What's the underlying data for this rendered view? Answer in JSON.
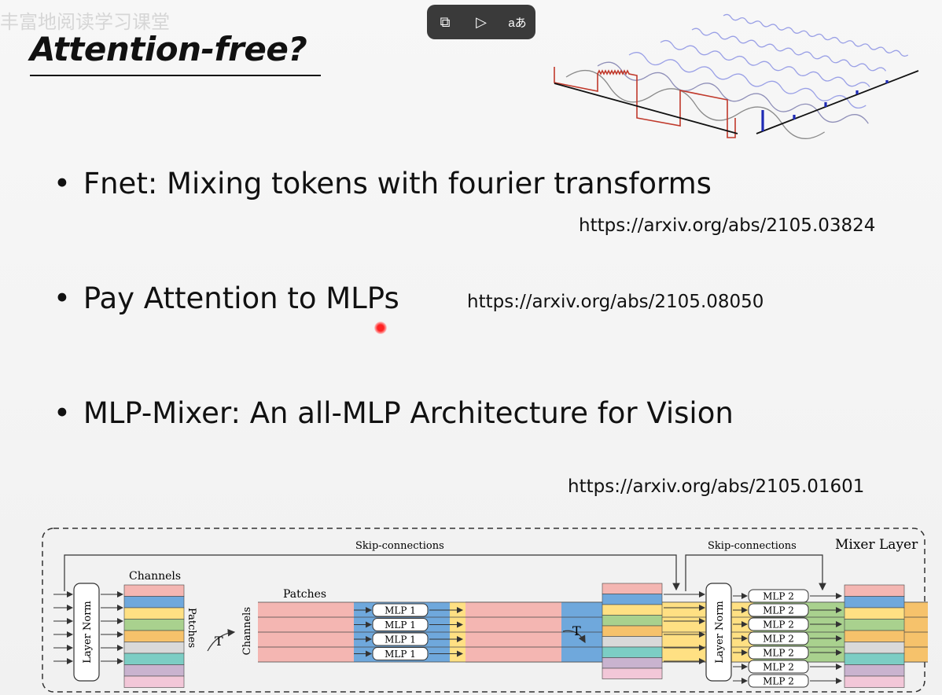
{
  "slide": {
    "title": "Attention-free?",
    "watermark": "丰富地阅读学习课堂"
  },
  "toolbar": {
    "buttons": [
      {
        "name": "pip-exit-icon",
        "glyph": "⧉"
      },
      {
        "name": "video-sparkle-icon",
        "glyph": "▷"
      },
      {
        "name": "translate-icon",
        "glyph": "aあ"
      }
    ]
  },
  "bullets": [
    {
      "marker": "•",
      "text": "Fnet: Mixing tokens with fourier transforms",
      "url": "https://arxiv.org/abs/2105.03824"
    },
    {
      "marker": "•",
      "text": "Pay Attention to MLPs",
      "url": "https://arxiv.org/abs/2105.08050"
    },
    {
      "marker": "•",
      "text": "MLP-Mixer: An all-MLP Architecture for Vision",
      "url": "https://arxiv.org/abs/2105.01601"
    }
  ],
  "diagram": {
    "mixer_layer": "Mixer Layer",
    "skip_left": "Skip-connections",
    "skip_right": "Skip-connections",
    "channels_top": "Channels",
    "patches_side": "Patches",
    "patches_top": "Patches",
    "channels_side": "Channels",
    "layer_norm": "Layer Norm",
    "transpose_1": "T",
    "transpose_2": "T",
    "mlp1": [
      "MLP 1",
      "MLP 1",
      "MLP 1",
      "MLP 1"
    ],
    "mlp2": [
      "MLP 2",
      "MLP 2",
      "MLP 2",
      "MLP 2",
      "MLP 2",
      "MLP 2",
      "MLP 2"
    ],
    "palette": [
      "#f4b6b2",
      "#6fa8dc",
      "#ffe083",
      "#a9d18e",
      "#f6c26b",
      "#d9d9d9",
      "#7ccdc4",
      "#c9b3cf",
      "#f2c7d8"
    ]
  }
}
